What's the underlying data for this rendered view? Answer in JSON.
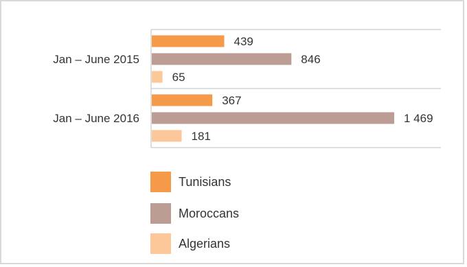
{
  "chart_data": {
    "type": "bar",
    "orientation": "horizontal",
    "categories": [
      "Jan – June 2015",
      "Jan – June 2016"
    ],
    "series": [
      {
        "name": "Tunisians",
        "values": [
          439,
          367
        ],
        "value_labels": [
          "439",
          "367"
        ],
        "color": "#f59a48"
      },
      {
        "name": "Moroccans",
        "values": [
          846,
          1469
        ],
        "value_labels": [
          "846",
          "1 469"
        ],
        "color": "#bb9d93"
      },
      {
        "name": "Algerians",
        "values": [
          65,
          181
        ],
        "value_labels": [
          "65",
          "181"
        ],
        "color": "#fcc89a"
      }
    ],
    "xlim": [
      0,
      1469
    ],
    "legend_position": "bottom",
    "grid": false
  }
}
